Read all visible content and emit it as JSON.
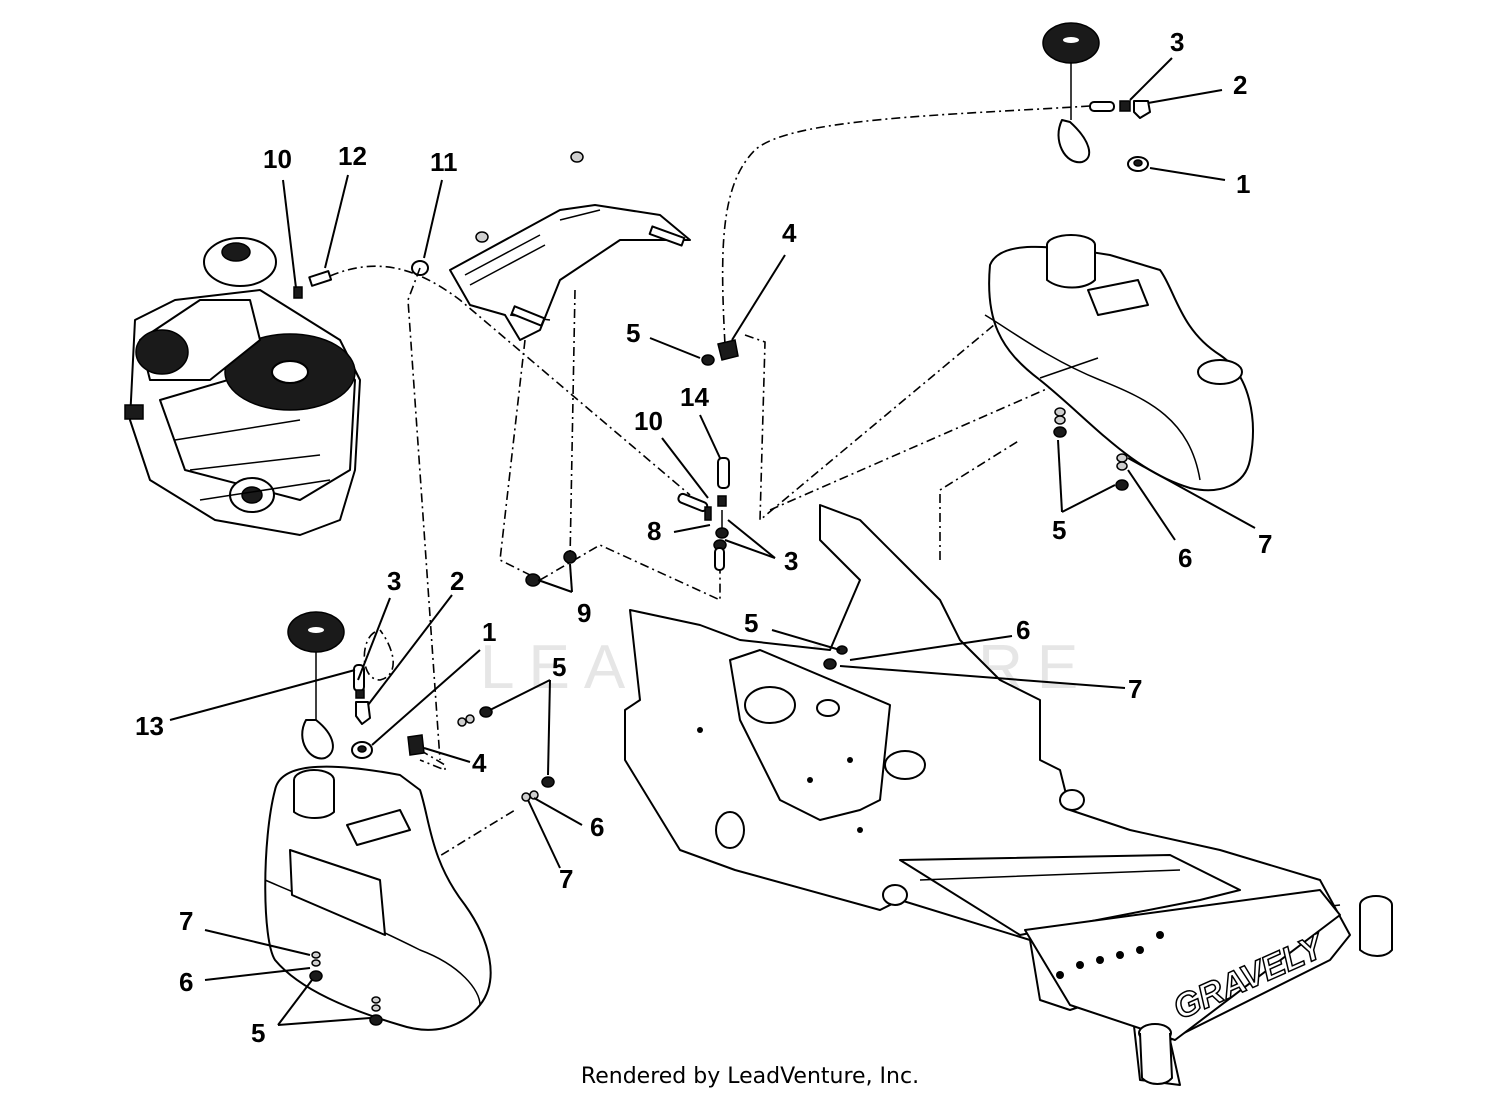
{
  "footer": {
    "text": "Rendered by LeadVenture, Inc."
  },
  "watermark": {
    "text": "LEADVENTURE"
  },
  "frame": {
    "brand_text": "GRAVELY"
  },
  "callouts": [
    {
      "id": "c-3-top",
      "label": "3"
    },
    {
      "id": "c-2-top",
      "label": "2"
    },
    {
      "id": "c-1-top",
      "label": "1"
    },
    {
      "id": "c-10-top",
      "label": "10"
    },
    {
      "id": "c-12",
      "label": "12"
    },
    {
      "id": "c-11",
      "label": "11"
    },
    {
      "id": "c-4-center",
      "label": "4"
    },
    {
      "id": "c-5-center",
      "label": "5"
    },
    {
      "id": "c-14",
      "label": "14"
    },
    {
      "id": "c-10-center",
      "label": "10"
    },
    {
      "id": "c-8",
      "label": "8"
    },
    {
      "id": "c-3-center",
      "label": "3"
    },
    {
      "id": "c-9",
      "label": "9"
    },
    {
      "id": "c-5-right",
      "label": "5"
    },
    {
      "id": "c-6-right",
      "label": "6"
    },
    {
      "id": "c-7-right",
      "label": "7"
    },
    {
      "id": "c-5-frame",
      "label": "5"
    },
    {
      "id": "c-6-frame",
      "label": "6"
    },
    {
      "id": "c-7-frame",
      "label": "7"
    },
    {
      "id": "c-3-left",
      "label": "3"
    },
    {
      "id": "c-2-left",
      "label": "2"
    },
    {
      "id": "c-1-left",
      "label": "1"
    },
    {
      "id": "c-13",
      "label": "13"
    },
    {
      "id": "c-4-left",
      "label": "4"
    },
    {
      "id": "c-5-left",
      "label": "5"
    },
    {
      "id": "c-6-left",
      "label": "6"
    },
    {
      "id": "c-7-left",
      "label": "7"
    },
    {
      "id": "c-7-bottom",
      "label": "7"
    },
    {
      "id": "c-6-bottom",
      "label": "6"
    },
    {
      "id": "c-5-bottom",
      "label": "5"
    }
  ]
}
